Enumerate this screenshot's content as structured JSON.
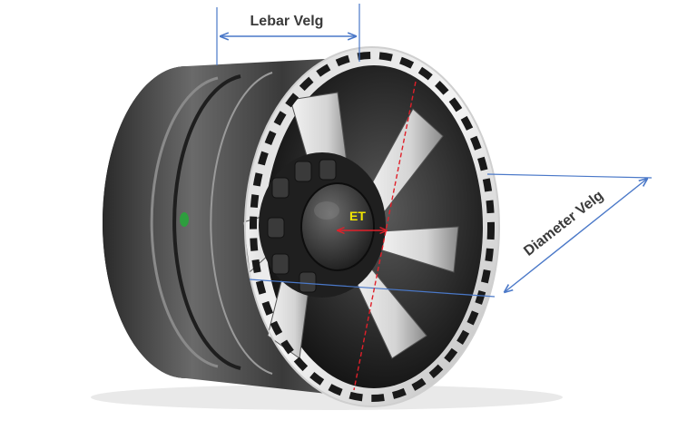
{
  "labels": {
    "rim_width": "Lebar Velg",
    "rim_diameter": "Diameter Velg",
    "offset": "ET"
  },
  "colors": {
    "dimension_line": "#4a78c8",
    "label_text": "#3a3a3a",
    "center_line": "#e0202a",
    "offset_label": "#f2e600",
    "offset_arrow": "#e0202a",
    "valve": "#2e9e3e",
    "background": "#ffffff"
  },
  "icons": {
    "wheel": "wheel-rim-illustration",
    "valve": "valve-stem-dot"
  }
}
